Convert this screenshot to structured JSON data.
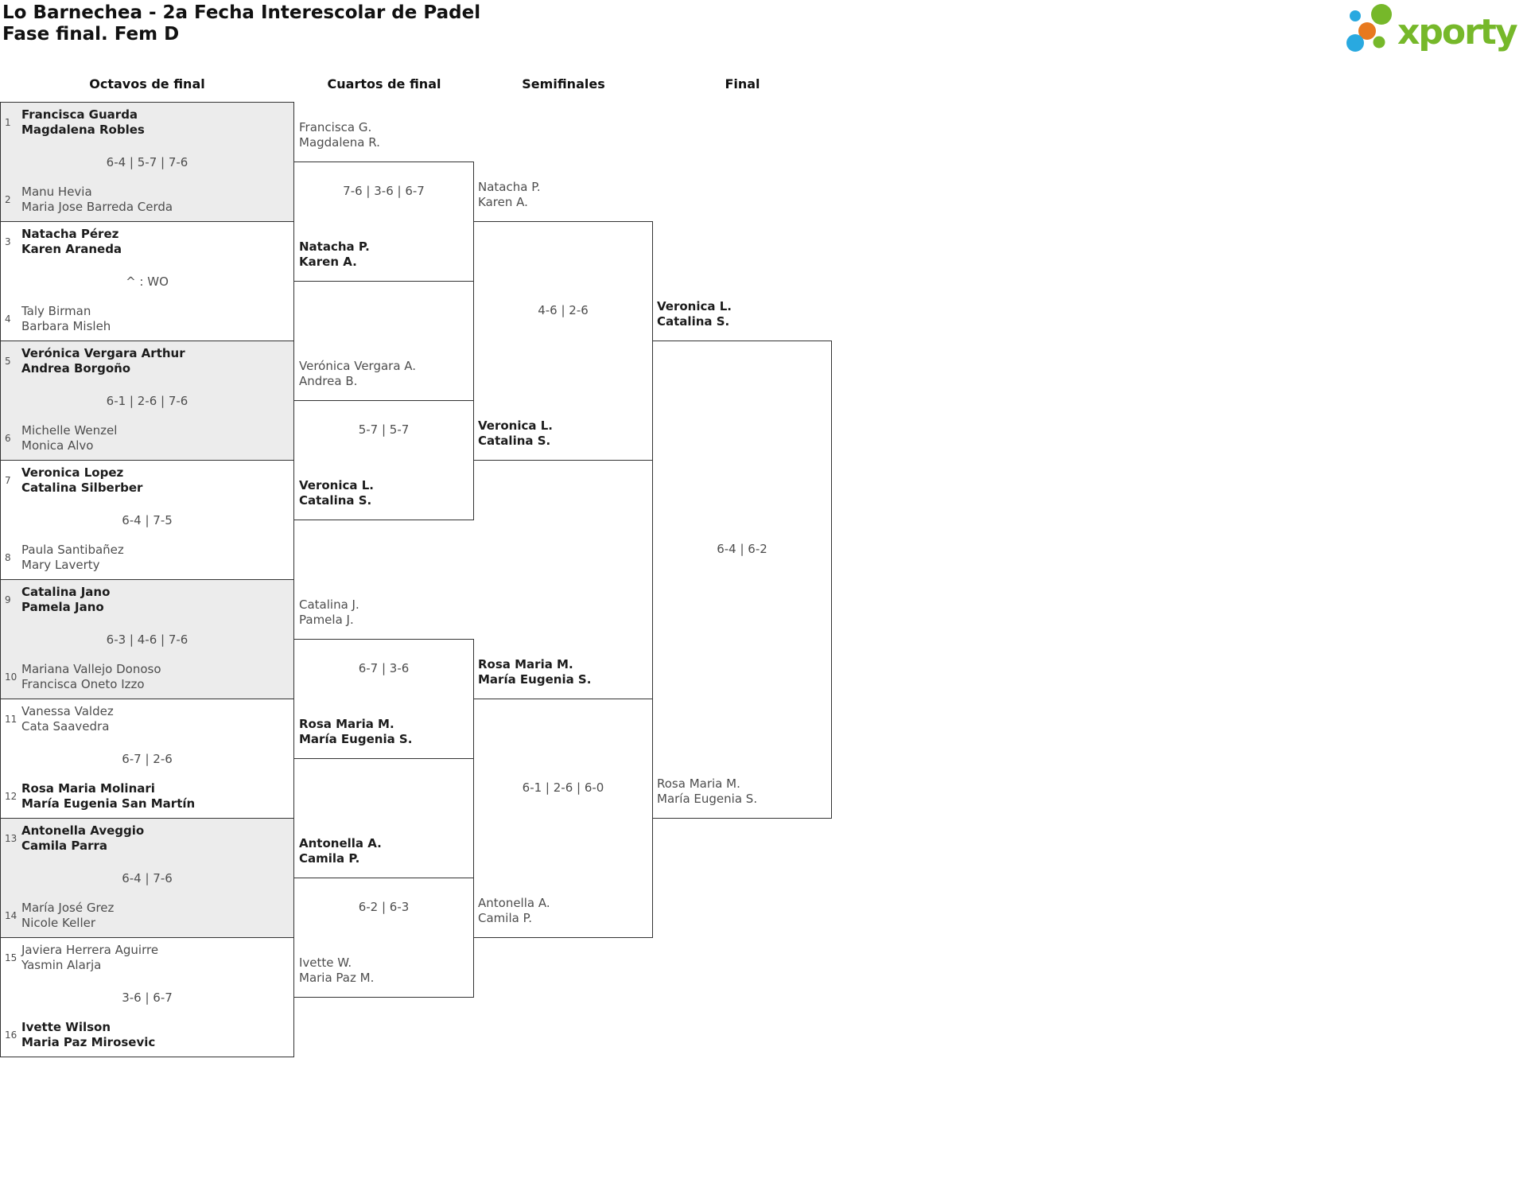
{
  "header": {
    "title": "Lo Barnechea - 2a Fecha Interescolar de Padel",
    "subtitle": "Fase final. Fem D"
  },
  "logo": {
    "text": "xporty",
    "colors": {
      "green": "#76B82A",
      "blue": "#29A9E0",
      "orange": "#E8791E"
    }
  },
  "rounds": [
    "Octavos de final",
    "Cuartos de final",
    "Semifinales",
    "Final"
  ],
  "r16": [
    {
      "top": {
        "seed": "1",
        "p1": "Francisca Guarda",
        "p2": "Magdalena Robles",
        "winner": true
      },
      "score": "6-4 | 5-7 | 7-6",
      "bottom": {
        "seed": "2",
        "p1": "Manu Hevia",
        "p2": "Maria Jose Barreda Cerda",
        "winner": false
      }
    },
    {
      "top": {
        "seed": "3",
        "p1": "Natacha Pérez",
        "p2": "Karen Araneda",
        "winner": true
      },
      "score": "^ : WO",
      "bottom": {
        "seed": "4",
        "p1": "Taly Birman",
        "p2": "Barbara Misleh",
        "winner": false
      }
    },
    {
      "top": {
        "seed": "5",
        "p1": "Verónica Vergara Arthur",
        "p2": "Andrea Borgoño",
        "winner": true
      },
      "score": "6-1 | 2-6 | 7-6",
      "bottom": {
        "seed": "6",
        "p1": "Michelle Wenzel",
        "p2": "Monica Alvo",
        "winner": false
      }
    },
    {
      "top": {
        "seed": "7",
        "p1": "Veronica Lopez",
        "p2": "Catalina Silberber",
        "winner": true
      },
      "score": "6-4 | 7-5",
      "bottom": {
        "seed": "8",
        "p1": "Paula Santibañez",
        "p2": "Mary Laverty",
        "winner": false
      }
    },
    {
      "top": {
        "seed": "9",
        "p1": "Catalina Jano",
        "p2": "Pamela Jano",
        "winner": true
      },
      "score": "6-3 | 4-6 | 7-6",
      "bottom": {
        "seed": "10",
        "p1": "Mariana Vallejo Donoso",
        "p2": "Francisca Oneto Izzo",
        "winner": false
      }
    },
    {
      "top": {
        "seed": "11",
        "p1": "Vanessa Valdez",
        "p2": "Cata Saavedra",
        "winner": false
      },
      "score": "6-7 | 2-6",
      "bottom": {
        "seed": "12",
        "p1": "Rosa Maria Molinari",
        "p2": "María Eugenia San Martín",
        "winner": true
      }
    },
    {
      "top": {
        "seed": "13",
        "p1": "Antonella Aveggio",
        "p2": "Camila Parra",
        "winner": true
      },
      "score": "6-4 | 7-6",
      "bottom": {
        "seed": "14",
        "p1": "María José Grez",
        "p2": "Nicole Keller",
        "winner": false
      }
    },
    {
      "top": {
        "seed": "15",
        "p1": "Javiera Herrera Aguirre",
        "p2": "Yasmin Alarja",
        "winner": false
      },
      "score": "3-6 | 6-7",
      "bottom": {
        "seed": "16",
        "p1": "Ivette Wilson",
        "p2": "Maria Paz Mirosevic",
        "winner": true
      }
    }
  ],
  "cuartos": [
    {
      "top": {
        "p1": "Francisca G.",
        "p2": "Magdalena R.",
        "winner": false
      },
      "score": "7-6 | 3-6 | 6-7",
      "bottom": {
        "p1": "Natacha P.",
        "p2": "Karen A.",
        "winner": true
      }
    },
    {
      "top": {
        "p1": "Verónica Vergara A.",
        "p2": "Andrea B.",
        "winner": false
      },
      "score": "5-7 | 5-7",
      "bottom": {
        "p1": "Veronica L.",
        "p2": "Catalina S.",
        "winner": true
      }
    },
    {
      "top": {
        "p1": "Catalina J.",
        "p2": "Pamela J.",
        "winner": false
      },
      "score": "6-7 | 3-6",
      "bottom": {
        "p1": "Rosa Maria M.",
        "p2": "María Eugenia S.",
        "winner": true
      }
    },
    {
      "top": {
        "p1": "Antonella A.",
        "p2": "Camila P.",
        "winner": true
      },
      "score": "6-2 | 6-3",
      "bottom": {
        "p1": "Ivette W.",
        "p2": "Maria Paz M.",
        "winner": false
      }
    }
  ],
  "semifinales": [
    {
      "top": {
        "p1": "Natacha P.",
        "p2": "Karen A.",
        "winner": false
      },
      "score": "4-6 | 2-6",
      "bottom": {
        "p1": "Veronica L.",
        "p2": "Catalina S.",
        "winner": true
      }
    },
    {
      "top": {
        "p1": "Rosa Maria M.",
        "p2": "María Eugenia S.",
        "winner": true
      },
      "score": "6-1 | 2-6 | 6-0",
      "bottom": {
        "p1": "Antonella A.",
        "p2": "Camila P.",
        "winner": false
      }
    }
  ],
  "final": {
    "top": {
      "p1": "Veronica L.",
      "p2": "Catalina S.",
      "winner": true
    },
    "score": "6-4 | 6-2",
    "bottom": {
      "p1": "Rosa Maria M.",
      "p2": "María Eugenia S.",
      "winner": false
    }
  }
}
